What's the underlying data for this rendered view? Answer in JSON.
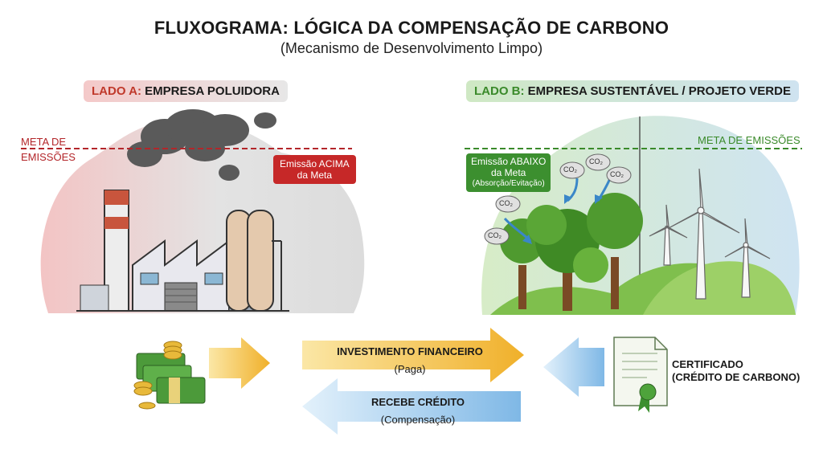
{
  "header": {
    "title": "FLUXOGRAMA: LÓGICA DA COMPENSAÇÃO DE CARBONO",
    "subtitle": "(Mecanismo de Desenvolvimento Limpo)"
  },
  "side_a": {
    "prefix": "LADO A:",
    "label": "EMPRESA POLUIDORA",
    "goal_line_1": "META DE",
    "goal_line_2": "EMISSÕES",
    "badge_line_1": "Emissão ACIMA",
    "badge_line_2": "da Meta"
  },
  "side_b": {
    "prefix": "LADO B:",
    "label": "EMPRESA SUSTENTÁVEL / PROJETO VERDE",
    "goal_label": "META DE EMISSÕES",
    "badge_line_1": "Emissão ABAIXO",
    "badge_line_2": "da Meta",
    "badge_line_3": "(Absorção/Evitação)",
    "co2": "CO₂"
  },
  "flows": {
    "investment_label": "INVESTIMENTO FINANCEIRO",
    "investment_sub": "(Paga)",
    "credit_label": "RECEBE CRÉDITO",
    "credit_sub": "(Compensação)"
  },
  "certificate": {
    "line_1": "CERTIFICADO",
    "line_2": "(CRÉDITO DE CARBONO)"
  },
  "colors": {
    "red_accent": "#c62828",
    "green_accent": "#3c8f2f",
    "gold_arrow": "#f2b632",
    "blue_arrow": "#8fc4e8"
  }
}
